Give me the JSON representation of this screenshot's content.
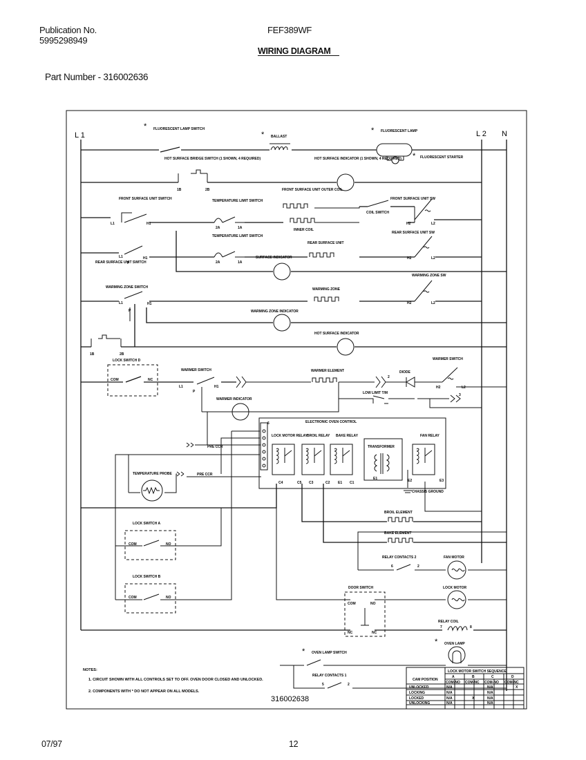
{
  "header": {
    "publication_label": "Publication No.",
    "publication_number": "5995298949",
    "model": "FEF389WF",
    "title": "WIRING DIAGRAM",
    "part_number": "Part Number - 316002636"
  },
  "footer": {
    "date": "07/97",
    "page": "12"
  },
  "diagram": {
    "rails": {
      "l1": "L 1",
      "l2": "L 2",
      "n": "N"
    },
    "asterisk": "*",
    "labels": {
      "fluorescent_lamp_switch": "FLUORESCENT LAMP SWITCH",
      "ballast": "BALLAST",
      "fluorescent_lamp": "FLUORESCENT LAMP",
      "fluorescent_starter": "FLUORESCENT STARTER",
      "hot_surface_bridge_switch": "HOT SURFACE BRIDGE SWITCH (1 SHOWN, 4 REQUIRED)",
      "hot_surface_indicator_top": "HOT SURFACE INDICATOR (1 SHOWN, 4 REQUIRED)",
      "front_surface_unit_outer_coil": "FRONT SURFACE UNIT OUTER COIL",
      "front_surface_unit_switch": "FRONT SURFACE UNIT SWITCH",
      "temperature_limit_switch_1": "TEMPERATURE LIMIT SWITCH",
      "coil_switch": "COIL SWITCH",
      "front_surface_unit_sw": "FRONT SURFACE UNIT SW",
      "inner_coil": "INNER COIL",
      "rear_surface_unit_switch": "REAR SURFACE UNIT SWITCH",
      "temperature_limit_switch_2": "TEMPERATURE LIMIT SWITCH",
      "rear_surface_unit": "REAR SURFACE UNIT",
      "rear_surface_unit_sw": "REAR SURFACE UNIT SW",
      "surface_indicator": "SURFACE INDICATOR",
      "warming_zone_switch": "WARMING ZONE SWITCH",
      "warming_zone": "WARMING ZONE",
      "warming_zone_sw": "WARMING ZONE SW",
      "warming_zone_indicator": "WARMING ZONE INDICATOR",
      "hot_surface_indicator": "HOT SURFACE INDICATOR",
      "lock_switch_d": "LOCK SWITCH D",
      "warmer_switch": "WARMER SWITCH",
      "warmer_element": "WARMER ELEMENT",
      "diode": "DIODE",
      "warmer_switch_right": "WARMER SWITCH",
      "low_limit": "LOW LIMIT T/M",
      "warmer_indicator": "WARMER INDICATOR",
      "electronic_oven_control": "ELECTRONIC OVEN CONTROL",
      "lock_motor_relay": "LOCK MOTOR RELAY",
      "broil_relay": "BROIL RELAY",
      "bake_relay": "BAKE RELAY",
      "transformer": "TRANSFORMER",
      "fan_relay": "FAN RELAY",
      "pre_ccr_1": "PRE CCR",
      "pre_ccr_2": "PRE CCR",
      "temperature_probe": "TEMPERATURE PROBE",
      "chassis_ground": "CHASSIS GROUND",
      "broil_element": "BROIL ELEMENT",
      "bake_element": "BAKE ELEMENT",
      "lock_switch_a": "LOCK SWITCH A",
      "relay_contacts_2": "RELAY CONTACTS 2",
      "fan_motor": "FAN MOTOR",
      "lock_switch_b": "LOCK SWITCH B",
      "door_switch": "DOOR SWITCH",
      "lock_motor": "LOCK MOTOR",
      "relay_coil": "RELAY COIL",
      "oven_lamp_switch": "OVEN LAMP SWITCH",
      "oven_lamp": "OVEN LAMP",
      "relay_contacts_1": "RELAY CONTACTS 1"
    },
    "terminals": {
      "com": "COM",
      "nc": "NC",
      "no": "NO",
      "l1": "L1",
      "h1": "H1",
      "p": "P",
      "h2": "H2",
      "l2": "L2",
      "t1a": "1A",
      "t2a": "2A",
      "t1b": "1B",
      "t2b": "2B",
      "c1": "C1",
      "c2": "C2",
      "c3": "C3",
      "c4": "C4",
      "c5": "C5",
      "e1": "E1",
      "e2": "E2",
      "e3": "E3",
      "n1": "1",
      "n2": "2",
      "n3": "3",
      "n4": "4",
      "n5": "5",
      "n6": "6",
      "n8": "8"
    },
    "notes": {
      "heading": "NOTES:",
      "items": [
        "1.  CIRCUIT SHOWN WITH ALL CONTROLS SET TO OFF. OVEN DOOR CLOSED AND UNLOCKED.",
        "2.  COMPONENTS WITH * DO NOT APPEAR ON ALL MODELS."
      ]
    },
    "drawing_number": "316002638",
    "lock_table": {
      "title": "LOCK MOTOR SWITCH SEQUENCE",
      "col_a": "A",
      "col_b": "B",
      "col_c": "C",
      "col_d": "D",
      "cam_position": "CAM POSITION",
      "sub_headers": [
        "COM-NO",
        "COM-NC",
        "COM-NO",
        "COM-NC"
      ],
      "rows": [
        [
          "UNLOCKED",
          "N/A",
          "",
          "N/A",
          "X"
        ],
        [
          "LOCKING",
          "N/A",
          "",
          "N/A",
          ""
        ],
        [
          "LOCKED",
          "N/A",
          "X",
          "N/A",
          ""
        ],
        [
          "UNLOCKING",
          "N/A",
          "",
          "N/A",
          ""
        ]
      ]
    }
  }
}
